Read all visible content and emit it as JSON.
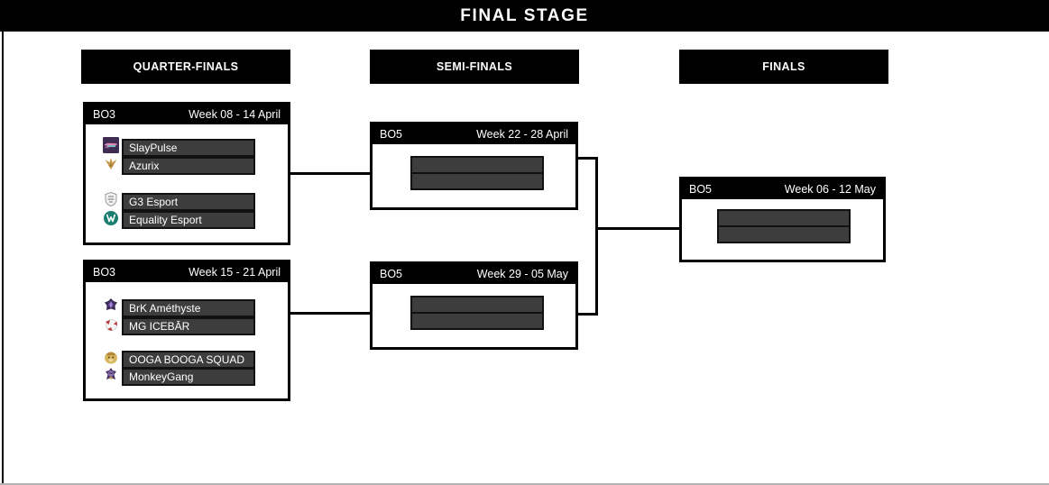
{
  "header": {
    "title": "FINAL STAGE"
  },
  "columns": {
    "quarter_finals": "QUARTER-FINALS",
    "semi_finals": "SEMI-FINALS",
    "finals": "FINALS"
  },
  "brackets": {
    "qf1": {
      "format": "BO3",
      "week": "Week 08 - 14 April",
      "teams": [
        {
          "name": "SlayPulse",
          "logo_icon": "slaypulse-logo-icon"
        },
        {
          "name": "Azurix",
          "logo_icon": "azurix-logo-icon"
        },
        {
          "name": "G3 Esport",
          "logo_icon": "g3-esport-logo-icon"
        },
        {
          "name": "Equality Esport",
          "logo_icon": "equality-esport-logo-icon"
        }
      ]
    },
    "qf2": {
      "format": "BO3",
      "week": "Week 15 - 21 April",
      "teams": [
        {
          "name": "BrK Améthyste",
          "logo_icon": "brk-amethyste-logo-icon"
        },
        {
          "name": "MG ICEBĀR",
          "logo_icon": "mg-icebar-logo-icon"
        },
        {
          "name": "OOGA BOOGA SQUAD",
          "logo_icon": "ooga-booga-squad-logo-icon"
        },
        {
          "name": "MonkeyGang",
          "logo_icon": "monkeygang-logo-icon"
        }
      ]
    },
    "sf1": {
      "format": "BO5",
      "week": "Week 22 - 28 April",
      "slots": [
        "",
        ""
      ]
    },
    "sf2": {
      "format": "BO5",
      "week": "Week 29 - 05 May",
      "slots": [
        "",
        ""
      ]
    },
    "final": {
      "format": "BO5",
      "week": "Week 06 - 12 May",
      "slots": [
        "",
        ""
      ]
    }
  },
  "colors": {
    "bar_black": "#000000",
    "slot_fill": "#3d3d3d",
    "page_bg": "#ffffff",
    "text_white": "#ffffff"
  }
}
